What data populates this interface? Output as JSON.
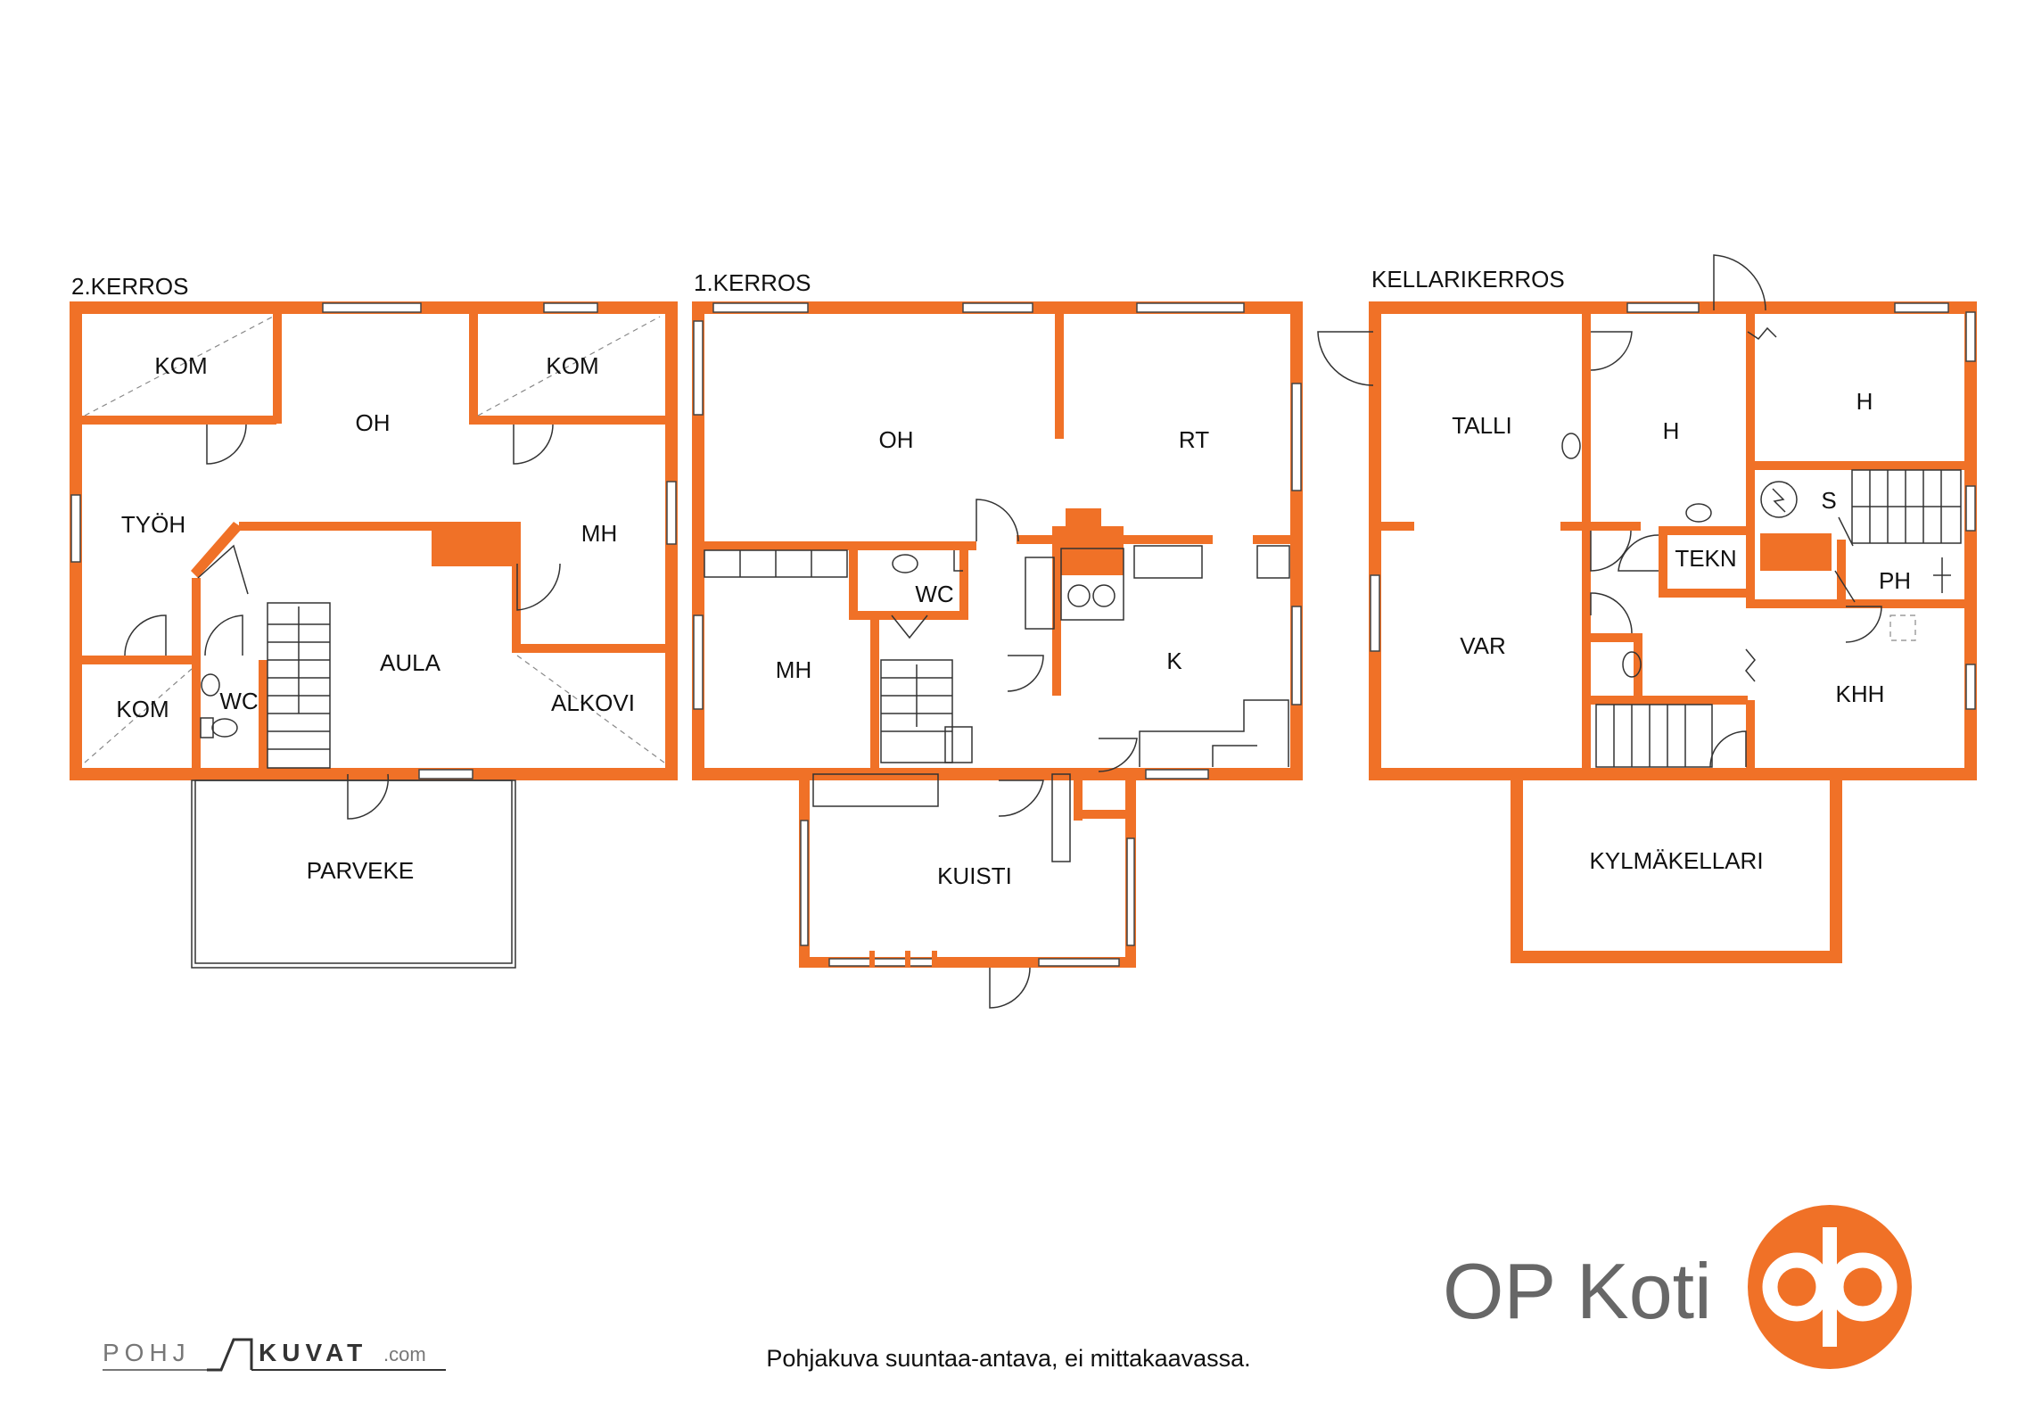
{
  "floors": {
    "second": {
      "title": "2.KERROS",
      "rooms": {
        "kom_top_left": "KOM",
        "oh": "OH",
        "kom_top_right": "KOM",
        "tyoh": "TYÖH",
        "mh": "MH",
        "aula": "AULA",
        "kom_bottom": "KOM",
        "wc": "WC",
        "alkovi": "ALKOVI",
        "parveke": "PARVEKE"
      }
    },
    "first": {
      "title": "1.KERROS",
      "rooms": {
        "oh": "OH",
        "rt": "RT",
        "wc": "WC",
        "mh": "MH",
        "k": "K",
        "kuisti": "KUISTI"
      }
    },
    "basement": {
      "title": "KELLARIKERROS",
      "rooms": {
        "talli": "TALLI",
        "h_left": "H",
        "h_right": "H",
        "s": "S",
        "tekn": "TEKN",
        "ph": "PH",
        "var": "VAR",
        "khh": "KHH",
        "kylmakellari": "KYLMÄKELLARI"
      }
    }
  },
  "footer": {
    "disclaimer": "Pohjakuva suuntaa-antava, ei mittakaavassa.",
    "brand": "OP Koti",
    "pohjakuvat_left": "POHJ",
    "pohjakuvat_right": "KUVAT",
    "pohjakuvat_suffix": ".com"
  },
  "colors": {
    "wall": "#f07127",
    "brand_text": "#676767",
    "logo": "#f07127"
  }
}
